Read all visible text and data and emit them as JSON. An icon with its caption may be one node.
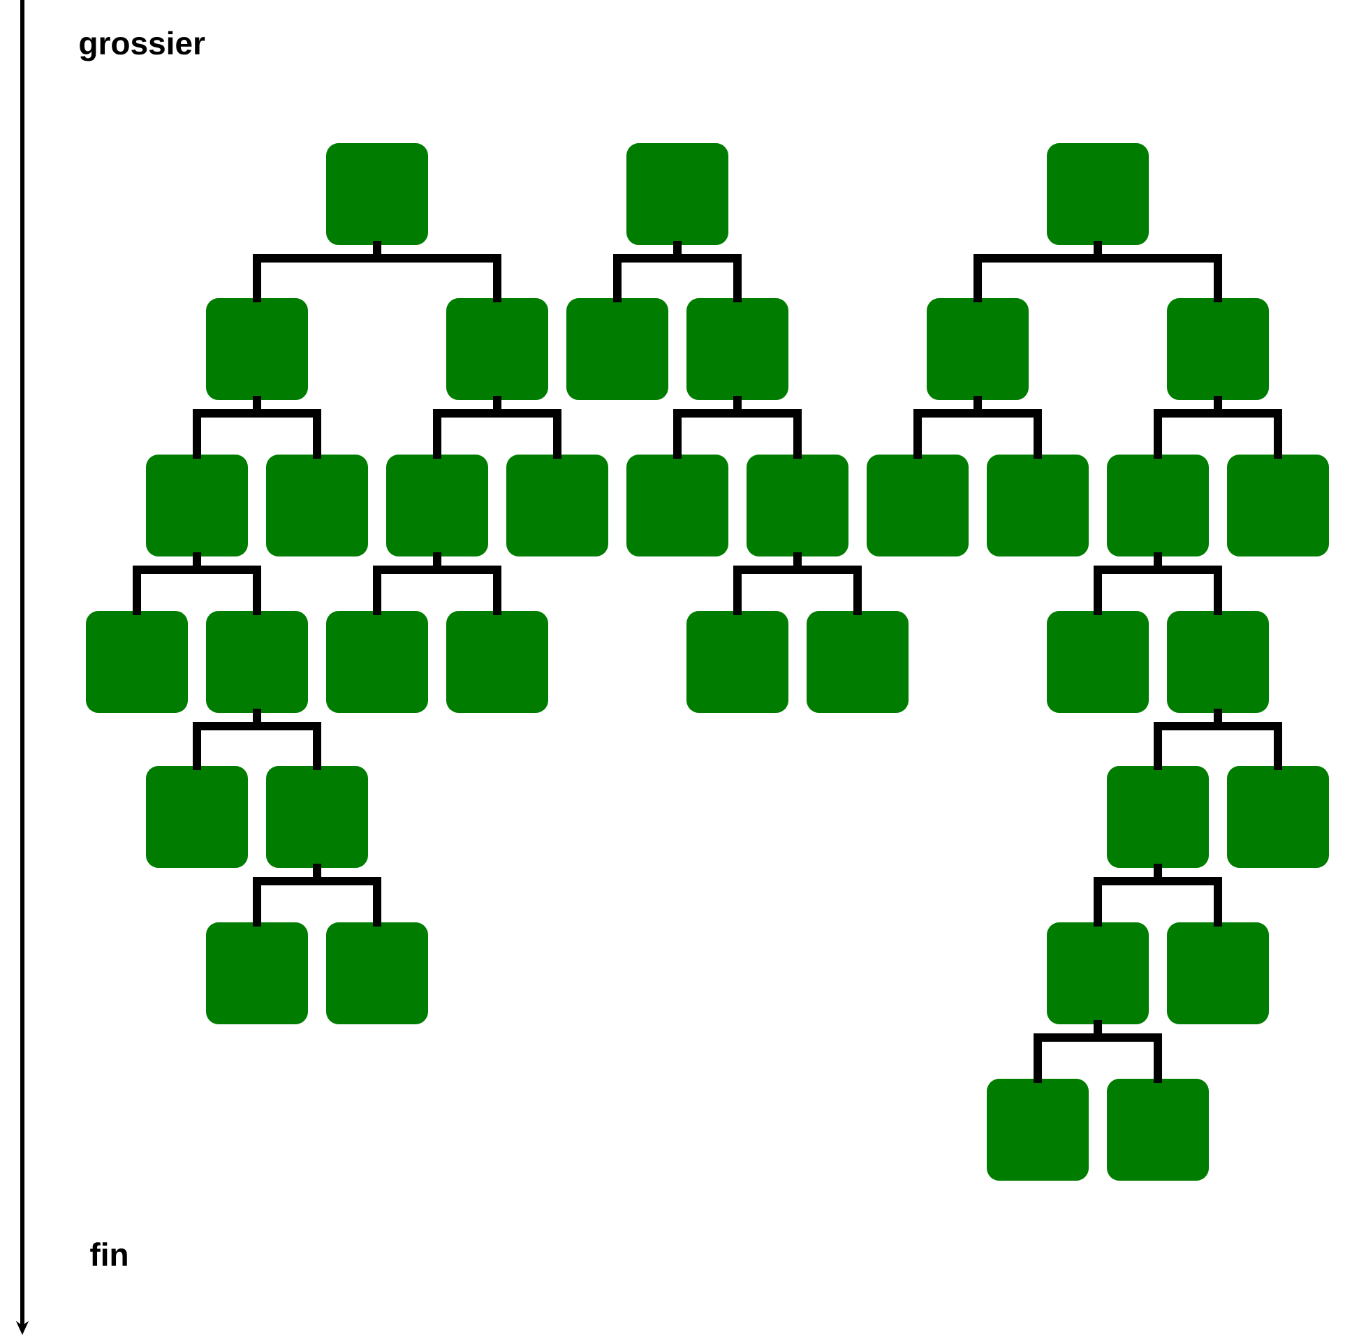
{
  "diagram": {
    "nodes": [
      {
        "text": [],
        "shape": "box"
      },
      {
        "text": [],
        "shape": "box"
      },
      {
        "text": [],
        "shape": "box"
      },
      {
        "text": [],
        "shape": "box"
      },
      {
        "text": [],
        "shape": "box"
      },
      {
        "text": [],
        "shape": "box"
      },
      {
        "text": [],
        "shape": "box"
      },
      {
        "text": [],
        "shape": "box"
      },
      {
        "text": [],
        "shape": "box"
      },
      {
        "text": [],
        "shape": "box"
      },
      {
        "text": [],
        "shape": "box"
      },
      {
        "text": [],
        "shape": "box"
      },
      {
        "text": [],
        "shape": "box"
      },
      {
        "text": [],
        "shape": "box"
      },
      {
        "text": [],
        "shape": "box"
      },
      {
        "text": [],
        "shape": "box"
      },
      {
        "text": [],
        "shape": "box"
      },
      {
        "text": [],
        "shape": "box"
      },
      {
        "text": [],
        "shape": "box"
      },
      {
        "text": [],
        "shape": "box"
      },
      {
        "text": [],
        "shape": "box"
      },
      {
        "text": [],
        "shape": "box"
      },
      {
        "text": [],
        "shape": "box"
      },
      {
        "text": [],
        "shape": "box"
      },
      {
        "text": [],
        "shape": "box"
      },
      {
        "text": [],
        "shape": "box"
      },
      {
        "text": [],
        "shape": "box"
      },
      {
        "text": [],
        "shape": "box"
      },
      {
        "text": [],
        "shape": "box"
      },
      {
        "text": [],
        "shape": "box"
      },
      {
        "text": [],
        "shape": "box"
      },
      {
        "text": [],
        "shape": "box"
      },
      {
        "text": [],
        "shape": "box"
      },
      {
        "text": [],
        "shape": "box"
      },
      {
        "text": [],
        "shape": "box"
      },
      {
        "text": [],
        "shape": "box"
      },
      {
        "text": [],
        "shape": "box"
      }
    ],
    "edges": [
      {
        "from": 0,
        "to": 3,
        "arrow": "none"
      },
      {
        "from": 0,
        "to": 4,
        "arrow": "none"
      },
      {
        "from": 1,
        "to": 5,
        "arrow": "none"
      },
      {
        "from": 1,
        "to": 6,
        "arrow": "none"
      },
      {
        "from": 2,
        "to": 7,
        "arrow": "none"
      },
      {
        "from": 2,
        "to": 8,
        "arrow": "none"
      },
      {
        "from": 3,
        "to": 9,
        "arrow": "none"
      },
      {
        "from": 3,
        "to": 10,
        "arrow": "none"
      },
      {
        "from": 4,
        "to": 11,
        "arrow": "none"
      },
      {
        "from": 4,
        "to": 12,
        "arrow": "none"
      },
      {
        "from": 6,
        "to": 13,
        "arrow": "none"
      },
      {
        "from": 6,
        "to": 14,
        "arrow": "none"
      },
      {
        "from": 7,
        "to": 15,
        "arrow": "none"
      },
      {
        "from": 7,
        "to": 16,
        "arrow": "none"
      },
      {
        "from": 8,
        "to": 17,
        "arrow": "none"
      },
      {
        "from": 8,
        "to": 18,
        "arrow": "none"
      },
      {
        "from": 9,
        "to": 19,
        "arrow": "none"
      },
      {
        "from": 9,
        "to": 20,
        "arrow": "none"
      },
      {
        "from": 11,
        "to": 21,
        "arrow": "none"
      },
      {
        "from": 11,
        "to": 22,
        "arrow": "none"
      },
      {
        "from": 14,
        "to": 23,
        "arrow": "none"
      },
      {
        "from": 14,
        "to": 24,
        "arrow": "none"
      },
      {
        "from": 17,
        "to": 25,
        "arrow": "none"
      },
      {
        "from": 17,
        "to": 26,
        "arrow": "none"
      },
      {
        "from": 20,
        "to": 27,
        "arrow": "none"
      },
      {
        "from": 20,
        "to": 28,
        "arrow": "none"
      },
      {
        "from": 26,
        "to": 29,
        "arrow": "none"
      },
      {
        "from": 26,
        "to": 30,
        "arrow": "none"
      },
      {
        "from": 28,
        "to": 31,
        "arrow": "none"
      },
      {
        "from": 28,
        "to": 32,
        "arrow": "none"
      },
      {
        "from": 29,
        "to": 33,
        "arrow": "none"
      },
      {
        "from": 29,
        "to": 34,
        "arrow": "none"
      },
      {
        "from": 33,
        "to": 35,
        "arrow": "none"
      },
      {
        "from": 33,
        "to": 36,
        "arrow": "none"
      }
    ],
    "labels": [
      "grossier",
      "fin"
    ]
  }
}
